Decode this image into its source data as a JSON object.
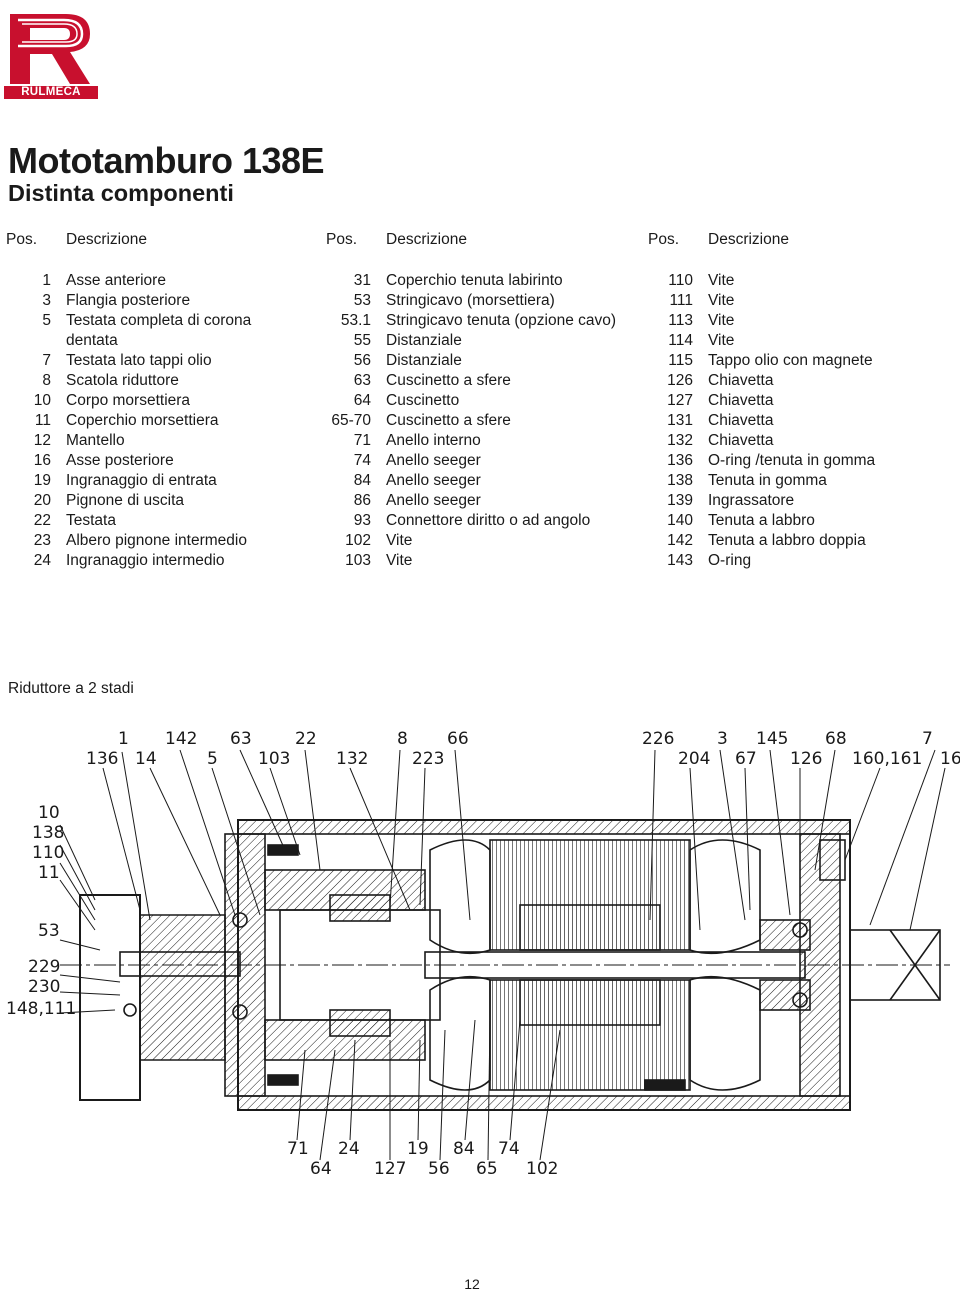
{
  "brand": {
    "name": "RULMECA",
    "color_red": "#c8102e",
    "color_black": "#1a1a1a"
  },
  "title": "Mototamburo 138E",
  "subtitle": "Distinta componenti",
  "table": {
    "headers": {
      "pos": "Pos.",
      "desc": "Descrizione"
    },
    "columns": [
      [
        {
          "pos": "1",
          "desc": "Asse anteriore"
        },
        {
          "pos": "3",
          "desc": "Flangia posteriore"
        },
        {
          "pos": "5",
          "desc": "Testata completa di corona"
        },
        {
          "pos": "",
          "desc": "dentata"
        },
        {
          "pos": "7",
          "desc": "Testata lato tappi olio"
        },
        {
          "pos": "8",
          "desc": "Scatola riduttore"
        },
        {
          "pos": "10",
          "desc": "Corpo morsettiera"
        },
        {
          "pos": "11",
          "desc": "Coperchio morsettiera"
        },
        {
          "pos": "12",
          "desc": "Mantello"
        },
        {
          "pos": "16",
          "desc": "Asse posteriore"
        },
        {
          "pos": "19",
          "desc": "Ingranaggio di entrata"
        },
        {
          "pos": "20",
          "desc": "Pignone di uscita"
        },
        {
          "pos": "22",
          "desc": "Testata"
        },
        {
          "pos": "23",
          "desc": "Albero pignone intermedio"
        },
        {
          "pos": "24",
          "desc": "Ingranaggio intermedio"
        }
      ],
      [
        {
          "pos": "31",
          "desc": "Coperchio tenuta labirinto"
        },
        {
          "pos": "53",
          "desc": "Stringicavo (morsettiera)"
        },
        {
          "pos": "53.1",
          "desc": "Stringicavo tenuta (opzione cavo)"
        },
        {
          "pos": "55",
          "desc": "Distanziale"
        },
        {
          "pos": "56",
          "desc": "Distanziale"
        },
        {
          "pos": "63",
          "desc": "Cuscinetto a sfere"
        },
        {
          "pos": "64",
          "desc": "Cuscinetto"
        },
        {
          "pos": "65-70",
          "desc": "Cuscinetto a sfere"
        },
        {
          "pos": "71",
          "desc": "Anello interno"
        },
        {
          "pos": "74",
          "desc": "Anello seeger"
        },
        {
          "pos": "84",
          "desc": "Anello seeger"
        },
        {
          "pos": "86",
          "desc": "Anello seeger"
        },
        {
          "pos": "93",
          "desc": "Connettore diritto o ad angolo"
        },
        {
          "pos": "102",
          "desc": "Vite"
        },
        {
          "pos": "103",
          "desc": "Vite"
        }
      ],
      [
        {
          "pos": "110",
          "desc": "Vite"
        },
        {
          "pos": "111",
          "desc": "Vite"
        },
        {
          "pos": "113",
          "desc": "Vite"
        },
        {
          "pos": "114",
          "desc": "Vite"
        },
        {
          "pos": "115",
          "desc": "Tappo olio con magnete"
        },
        {
          "pos": "126",
          "desc": "Chiavetta"
        },
        {
          "pos": "127",
          "desc": "Chiavetta"
        },
        {
          "pos": "131",
          "desc": "Chiavetta"
        },
        {
          "pos": "132",
          "desc": "Chiavetta"
        },
        {
          "pos": "136",
          "desc": "O-ring /tenuta in gomma"
        },
        {
          "pos": "138",
          "desc": "Tenuta in gomma"
        },
        {
          "pos": "139",
          "desc": "Ingrassatore"
        },
        {
          "pos": "140",
          "desc": "Tenuta a labbro"
        },
        {
          "pos": "142",
          "desc": "Tenuta a labbro doppia"
        },
        {
          "pos": "143",
          "desc": "O-ring"
        }
      ]
    ]
  },
  "section_label": "Riduttore a 2 stadi",
  "drawing": {
    "callouts_top": [
      "1",
      "136",
      "14",
      "142",
      "5",
      "63",
      "103",
      "22",
      "132",
      "8",
      "223",
      "66",
      "226",
      "204",
      "3",
      "67",
      "145",
      "126",
      "68",
      "160,161",
      "7",
      "16"
    ],
    "callouts_left": [
      "10",
      "138",
      "110",
      "11",
      "53",
      "229",
      "230",
      "148,111"
    ],
    "callouts_bottom": [
      "71",
      "64",
      "24",
      "127",
      "19",
      "56",
      "84",
      "65",
      "74",
      "102"
    ]
  },
  "page_number": "12"
}
